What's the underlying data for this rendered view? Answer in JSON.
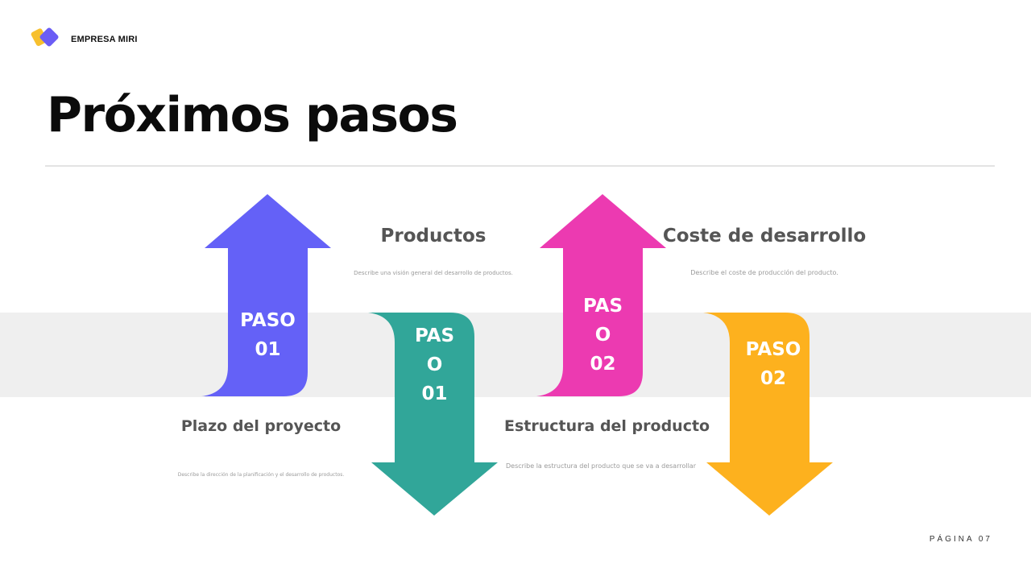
{
  "brand": {
    "name": "EMPRESA MIRI",
    "logo_icon": "two-diamonds-logo-icon",
    "colors": [
      "#f7c02e",
      "#6b5df5"
    ]
  },
  "page": {
    "title": "Próximos pasos",
    "page_number": "PÁGINA 07"
  },
  "steps": [
    {
      "label": "PASO\n01",
      "direction": "up",
      "color": "#6461f7",
      "heading": "Plazo del proyecto",
      "description": "Describe la dirección de la planificación y el desarrollo de productos."
    },
    {
      "label": "PAS\nO\n01",
      "direction": "down",
      "color": "#31a699",
      "heading": "Productos",
      "description": "Describe una visión general del desarrollo de productos."
    },
    {
      "label": "PAS\nO\n02",
      "direction": "up",
      "color": "#ec3ab1",
      "heading": "Estructura del producto",
      "description": "Describe la estructura del producto que se va a desarrollar"
    },
    {
      "label": "PASO\n02",
      "direction": "down",
      "color": "#fdb11e",
      "heading": "Coste de desarrollo",
      "description": "Describe el coste de producción del producto."
    }
  ]
}
